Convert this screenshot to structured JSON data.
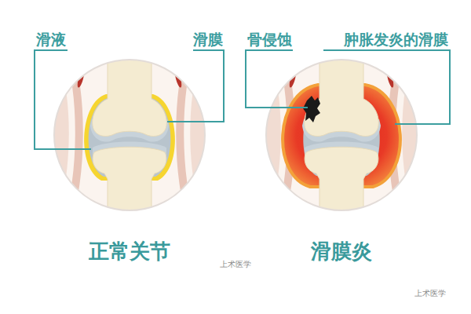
{
  "diagram": {
    "nodes": [
      {
        "text": [
          "正常关节"
        ]
      },
      {
        "text": [
          "滑膜炎"
        ]
      }
    ],
    "labels": [
      "滑液",
      "滑膜",
      "骨侵蚀",
      "肿胀发炎的滑膜",
      "上术医学",
      "上术医学"
    ]
  }
}
